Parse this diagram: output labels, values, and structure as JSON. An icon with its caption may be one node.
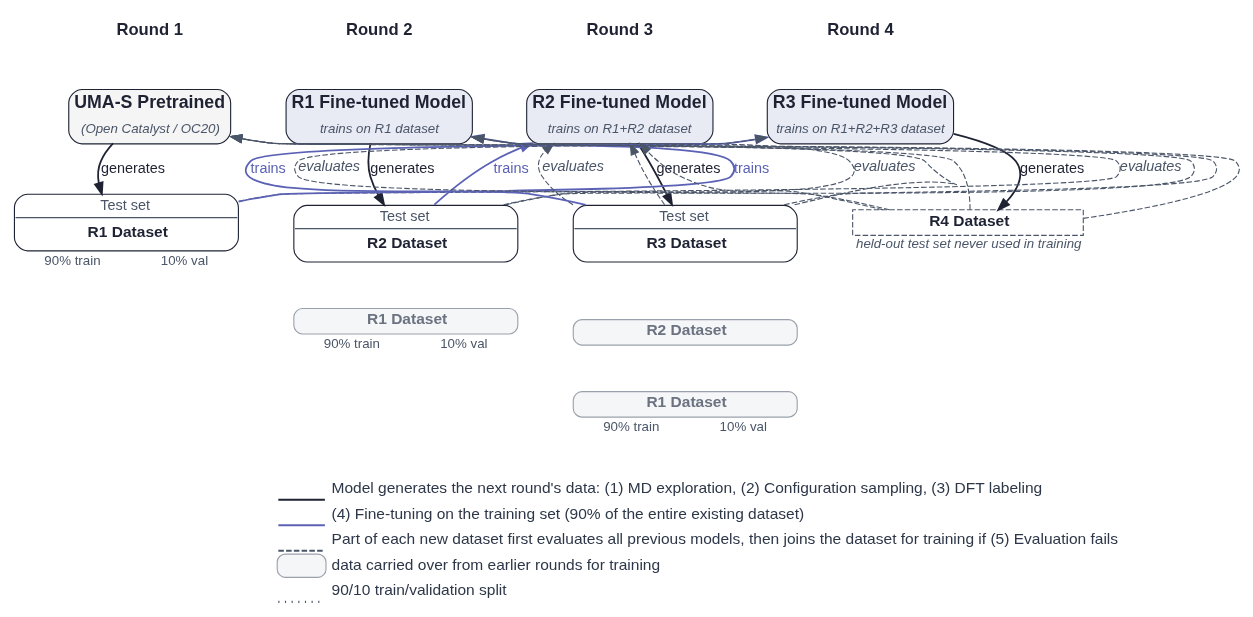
{
  "diagram": {
    "nodes": [
      {
        "text": [
          "UMA-S Pretrained",
          "(Open Catalyst / OC20)"
        ]
      },
      {
        "text": [
          "R1 Fine-tuned Model",
          "trains on R1 dataset"
        ]
      },
      {
        "text": [
          "R2 Fine-tuned Model",
          "trains on R1+R2 dataset"
        ]
      },
      {
        "text": [
          "R3 Fine-tuned Model",
          "trains on R1+R2+R3 dataset"
        ]
      },
      {
        "text": [
          "Test set",
          "R1 Dataset"
        ],
        "beside": [
          "90% train",
          "10% val"
        ]
      },
      {
        "text": [
          "Test set",
          "R2 Dataset"
        ]
      },
      {
        "text": [
          "R1 Dataset"
        ],
        "beside": [
          "90% train",
          "10% val"
        ]
      },
      {
        "text": [
          "Test set",
          "R3 Dataset"
        ]
      },
      {
        "text": [
          "R4 Dataset"
        ],
        "beside": [
          "held-out test set never used in training"
        ]
      },
      {
        "text": [
          "R2 Dataset"
        ]
      },
      {
        "text": [
          "R1 Dataset"
        ],
        "beside": [
          "90% train",
          "10% val"
        ]
      }
    ],
    "edges": [
      {
        "from": 0,
        "to": 4,
        "arrow": "to",
        "label": "generates",
        "color": "#1e2233"
      },
      {
        "from": 4,
        "to": 0,
        "arrow": "to",
        "label": "evaluates",
        "style": "dashed"
      },
      {
        "from": 4,
        "to": 1,
        "arrow": "to",
        "label": "trains",
        "color": "#5b62b5"
      },
      {
        "from": 1,
        "to": 5,
        "arrow": "to",
        "label": "generates",
        "color": "#1e2233"
      },
      {
        "from": 5,
        "to": 1,
        "arrow": "to",
        "label": "evaluates",
        "style": "dashed"
      },
      {
        "from": 5,
        "to": 2,
        "arrow": "to",
        "label": "trains",
        "color": "#5b62b5"
      },
      {
        "from": 2,
        "to": 7,
        "arrow": "to",
        "label": "generates",
        "color": "#1e2233"
      },
      {
        "from": 7,
        "to": 2,
        "arrow": "to",
        "label": "evaluates",
        "style": "dashed"
      },
      {
        "from": 7,
        "to": 3,
        "arrow": "to",
        "label": "trains",
        "color": "#5b62b5"
      },
      {
        "from": 3,
        "to": 8,
        "arrow": "to",
        "label": "generates",
        "color": "#1e2233"
      },
      {
        "from": 8,
        "to": 3,
        "arrow": "to",
        "label": "evaluates",
        "style": "dashed"
      },
      {
        "from": 8,
        "to": 0,
        "arrow": "to",
        "style": "dashed"
      },
      {
        "from": 8,
        "to": 1,
        "arrow": "to",
        "style": "dashed"
      },
      {
        "from": 8,
        "to": 2,
        "arrow": "to",
        "style": "dashed"
      },
      {
        "from": 5,
        "to": 0,
        "arrow": "to",
        "style": "dashed"
      },
      {
        "from": 7,
        "to": 0,
        "arrow": "to",
        "style": "dashed"
      },
      {
        "from": 7,
        "to": 1,
        "arrow": "to",
        "style": "dashed"
      },
      {
        "from": 7,
        "to": 2,
        "arrow": "to",
        "style": "dashed"
      }
    ],
    "labels": [
      "Round 1",
      "Round 2",
      "Round 3",
      "Round 4"
    ],
    "legend": [
      {
        "text": "Model generates the next round's data: (1) MD exploration, (2) Configuration sampling, (3) DFT labeling"
      },
      {
        "text": "(4) Fine-tuning on the training set (90% of the entire existing dataset)"
      },
      {
        "text": "Part of each new dataset first evaluates all previous models, then joins the dataset for training if (5) Evaluation fails"
      },
      {
        "text": "data carried over from earlier rounds for training",
        "color": "#f5f6f8"
      },
      {
        "text": "90/10 train/validation split"
      }
    ]
  }
}
